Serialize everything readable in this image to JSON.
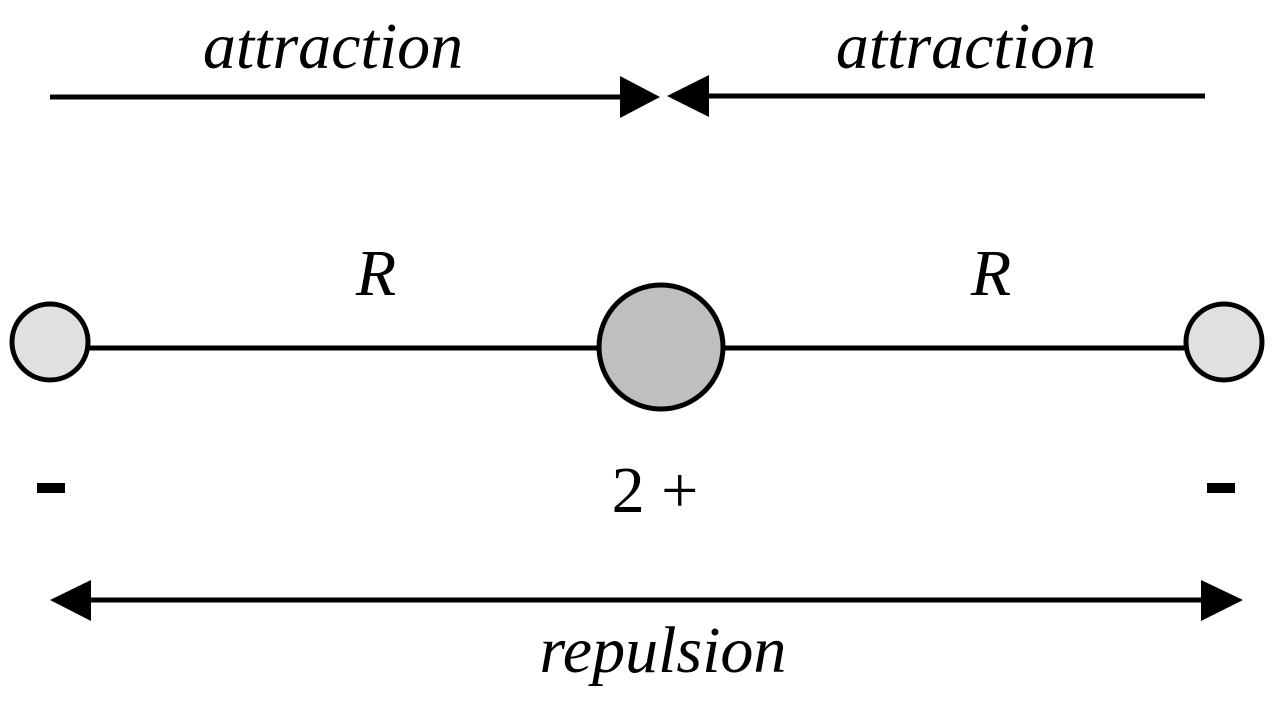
{
  "diagram": {
    "title": "Three-charge linear arrangement: attraction and repulsion",
    "top_arrows": {
      "left_label": "attraction",
      "right_label": "attraction"
    },
    "bottom_arrow": {
      "label": "repulsion"
    },
    "distances": {
      "left_label": "R",
      "right_label": "R"
    },
    "charges": [
      {
        "id": "left",
        "sign_label": "-",
        "fill": "#e0e0e0"
      },
      {
        "id": "center",
        "sign_label": "2 +",
        "fill": "#bfbfbf"
      },
      {
        "id": "right",
        "sign_label": "-",
        "fill": "#e0e0e0"
      }
    ],
    "colors": {
      "stroke": "#000000",
      "background": "#ffffff"
    }
  }
}
